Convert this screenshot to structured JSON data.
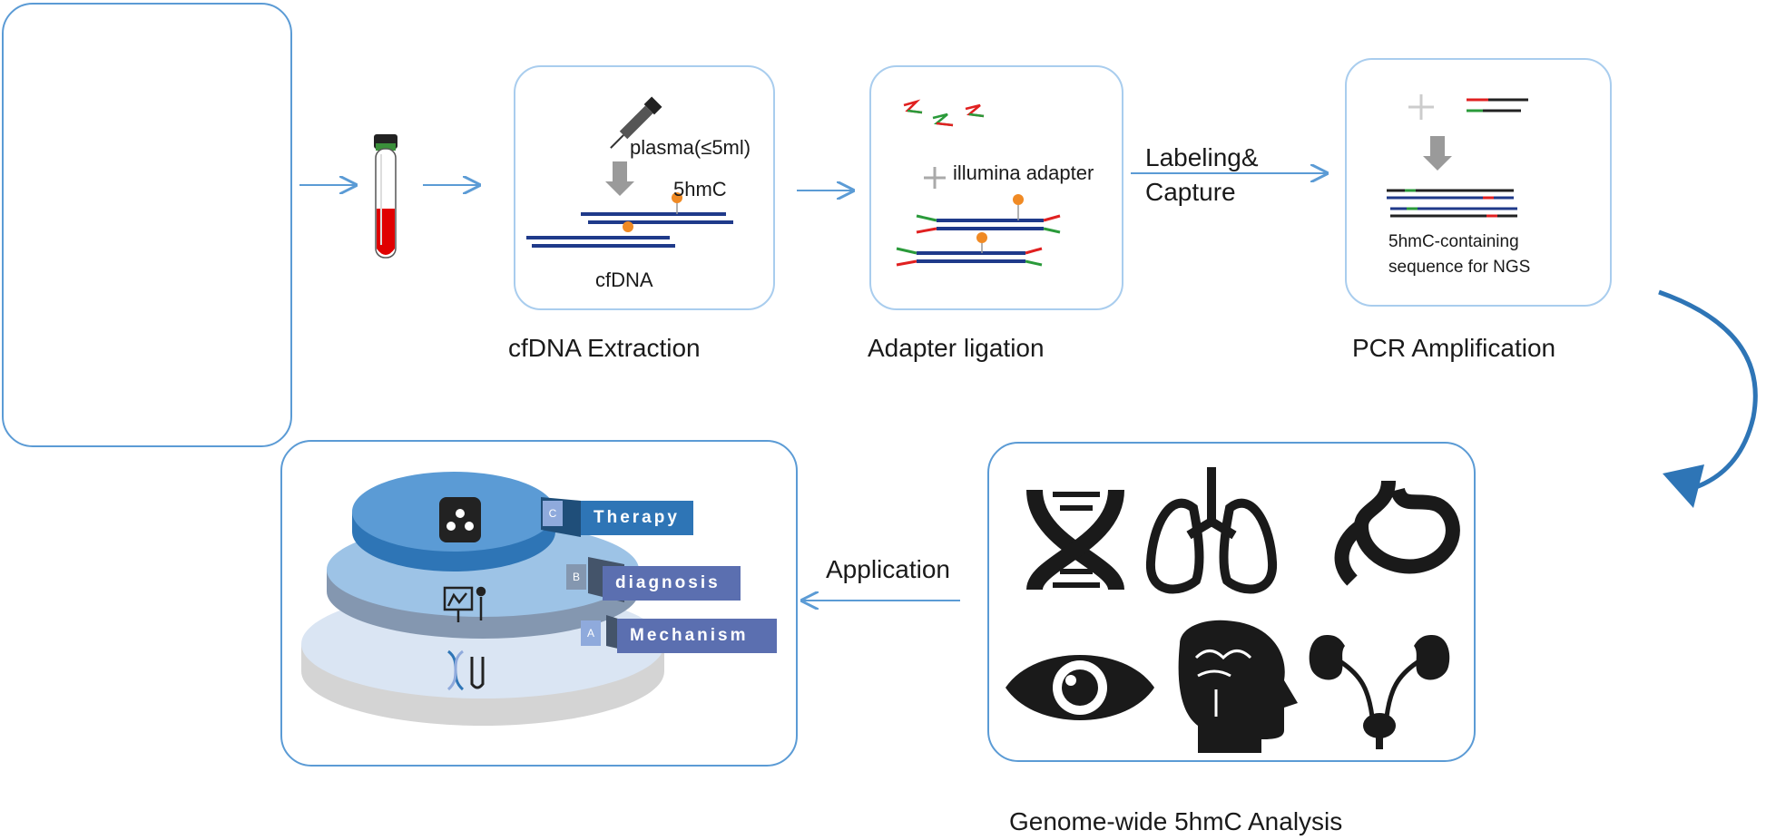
{
  "steps": {
    "extraction": {
      "caption": "cfDNA Extraction",
      "plasma": "plasma(≤5ml)",
      "mark": "5hmC",
      "dna": "cfDNA"
    },
    "ligation": {
      "caption": "Adapter ligation",
      "adapter": "illumina adapter"
    },
    "labeling": {
      "line1": "Labeling&",
      "line2": "Capture"
    },
    "pcr": {
      "caption": "PCR Amplification",
      "seq1": "5hmC-containing",
      "seq2": "sequence for NGS"
    }
  },
  "analysis": {
    "caption": "Genome-wide 5hmC Analysis"
  },
  "application": {
    "label": "Application",
    "tiers": [
      {
        "letter": "C",
        "label": "Therapy"
      },
      {
        "letter": "B",
        "label": "diagnosis"
      },
      {
        "letter": "A",
        "label": "Mechanism"
      }
    ]
  },
  "colors": {
    "accent": "#5b9bd5",
    "dna_blue": "#1f3a8a",
    "tier_top": "#5b9bd5",
    "tier_mid": "#8faadc",
    "tier_base": "#dae5f3"
  },
  "icons": [
    "smoker-icon",
    "alcohol-icon",
    "fast-food-icon",
    "pills-icon",
    "syringe-icon",
    "blood-tube-icon",
    "pipette-icon",
    "dna-icon",
    "lungs-icon",
    "stomach-icon",
    "eye-icon",
    "brain-head-icon",
    "kidneys-icon"
  ]
}
